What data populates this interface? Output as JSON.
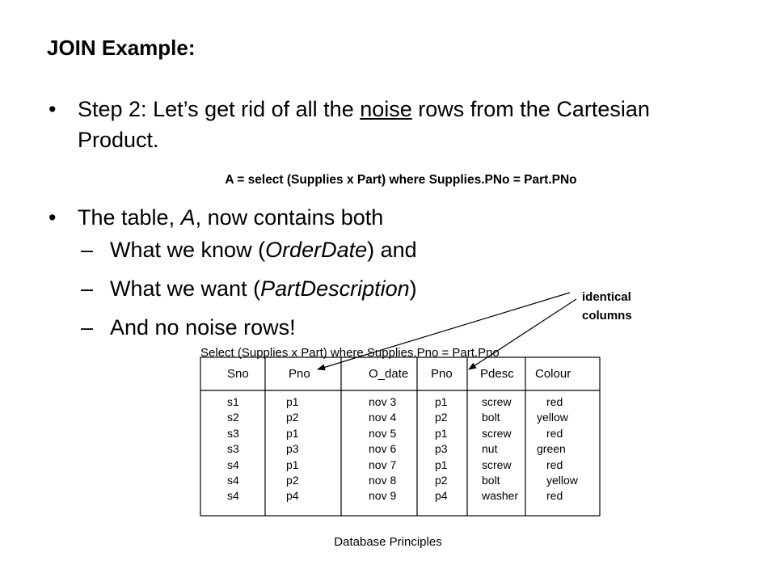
{
  "title": "JOIN Example:",
  "bullet1": {
    "before": "Step 2: Let’s get rid of all the ",
    "underlined": "noise",
    "after": " rows from the Cartesian Product."
  },
  "formula": "A = select (Supplies x Part) where Supplies.PNo = Part.PNo",
  "bullet2": {
    "before": "The table, ",
    "em": "A",
    "after": ", now contains both"
  },
  "subitems": [
    {
      "before": "What we know (",
      "em": "OrderDate",
      "after": ") and"
    },
    {
      "before": "What we want (",
      "em": "PartDescription",
      "after": ")"
    },
    {
      "before": "And no noise rows!",
      "em": "",
      "after": ""
    }
  ],
  "annotation": {
    "line1": "identical",
    "line2": "columns"
  },
  "table": {
    "caption": "Select (Supplies x Part) where Supplies.Pno = Part.Pno",
    "headers": [
      "Sno",
      "Pno",
      "O_date",
      "Pno",
      "Pdesc",
      "Colour"
    ],
    "rows": [
      [
        "s1",
        "p1",
        "nov 3",
        "p1",
        "screw",
        "red"
      ],
      [
        "s2",
        "p2",
        "nov 4",
        "p2",
        "bolt",
        "yellow"
      ],
      [
        "s3",
        "p1",
        "nov 5",
        "p1",
        "screw",
        "red"
      ],
      [
        "s3",
        "p3",
        "nov 6",
        "p3",
        "nut",
        "green"
      ],
      [
        "s4",
        "p1",
        "nov 7",
        "p1",
        "screw",
        "red"
      ],
      [
        "s4",
        "p2",
        "nov 8",
        "p2",
        "bolt",
        "yellow"
      ],
      [
        "s4",
        "p4",
        "nov 9",
        "p4",
        "washer",
        "red"
      ]
    ]
  },
  "footer": "Database Principles"
}
